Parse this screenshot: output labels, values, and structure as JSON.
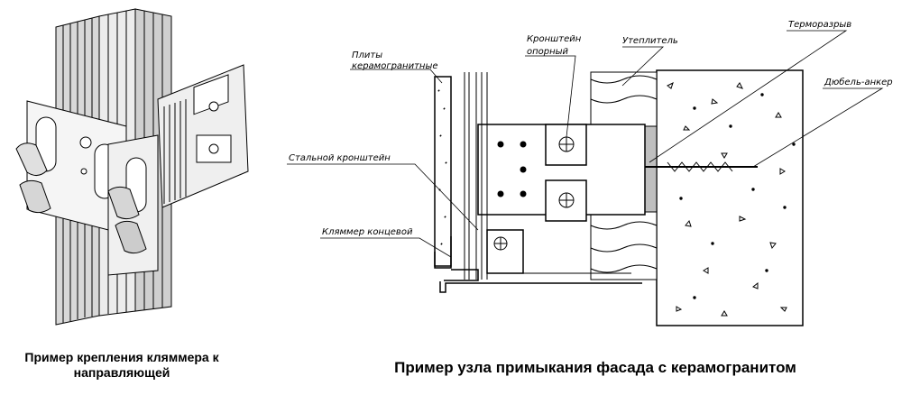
{
  "left_figure": {
    "caption_line1": "Пример крепления кляммера к",
    "caption_line2": "направляющей"
  },
  "right_figure": {
    "caption": "Пример узла примыкания фасада с керамогранитом",
    "labels": {
      "plates_line1": "Плиты",
      "plates_line2": "керамогранитные",
      "bracket_support_line1": "Кронштейн",
      "bracket_support_line2": "опорный",
      "insulation": "Утеплитель",
      "thermal_break": "Терморазрыв",
      "anchor": "Дюбель-анкер",
      "steel_bracket": "Стальной кронштейн",
      "end_clamp": "Кляммер концевой"
    }
  },
  "colors": {
    "line": "#000000",
    "shade": "#bfbfbf",
    "background": "#ffffff"
  }
}
